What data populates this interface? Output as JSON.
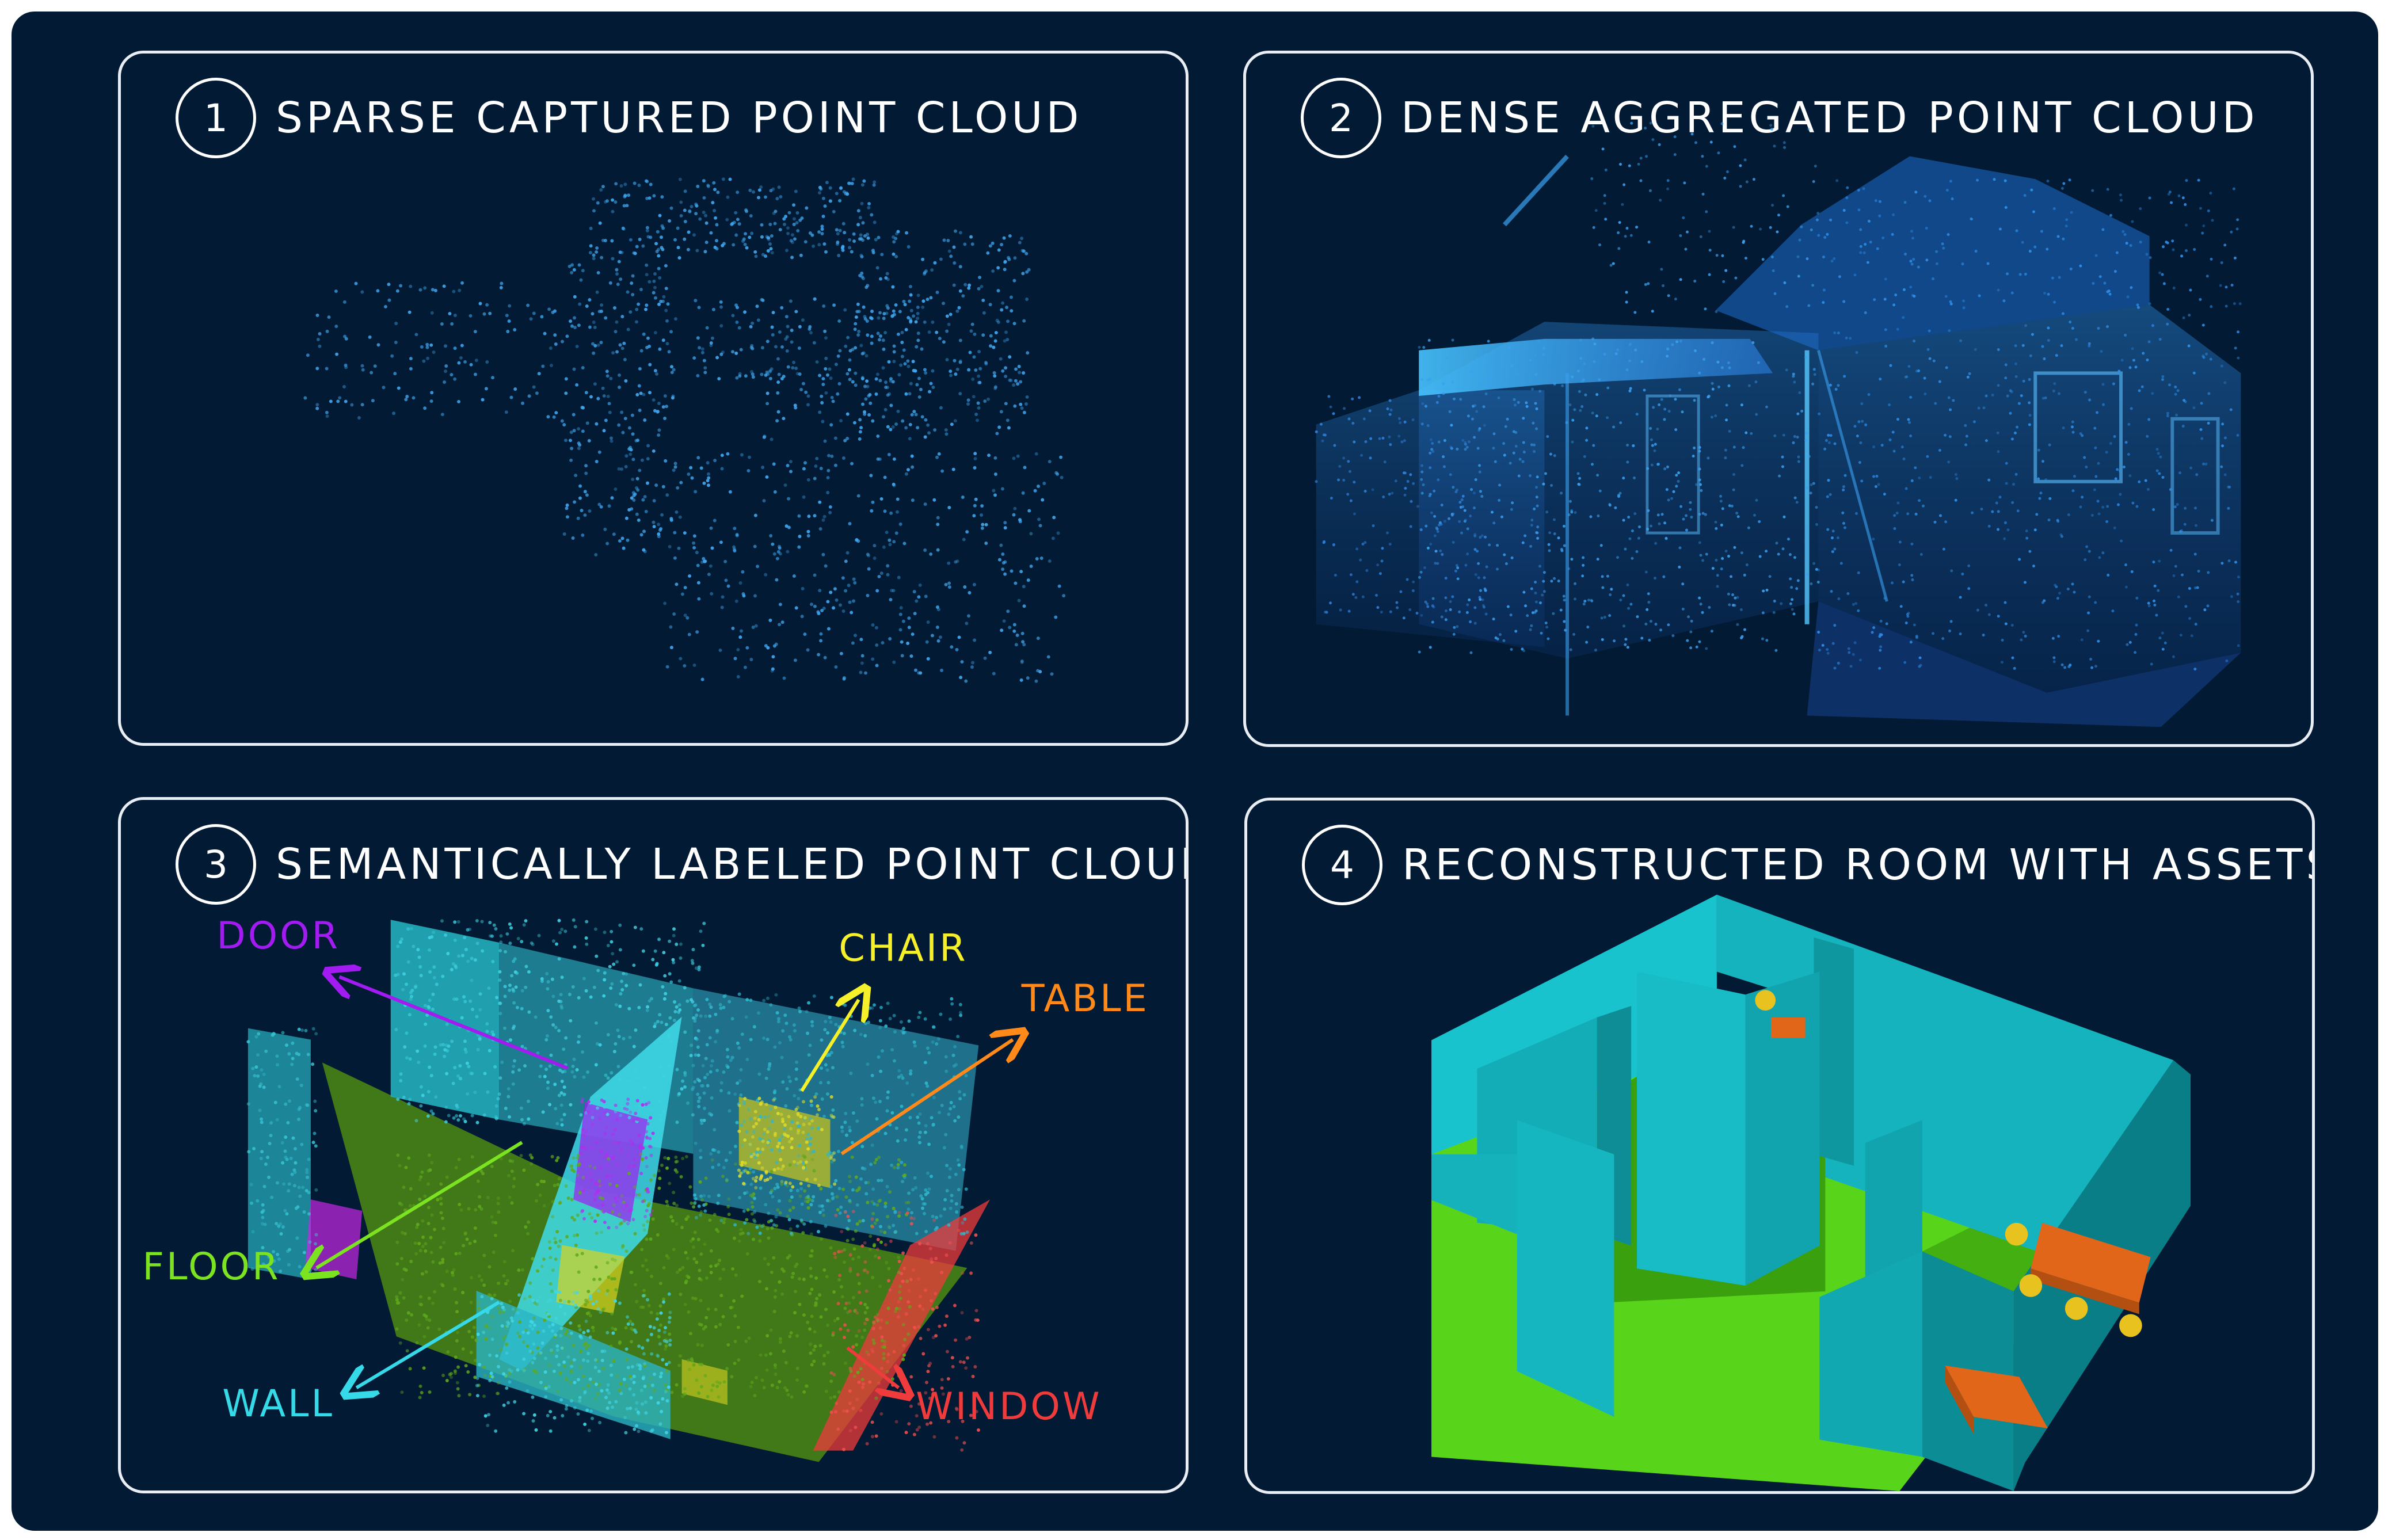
{
  "panels": [
    {
      "number": "1",
      "title": "SPARSE CAPTURED POINT CLOUD"
    },
    {
      "number": "2",
      "title": "DENSE AGGREGATED POINT CLOUD"
    },
    {
      "number": "3",
      "title": "SEMANTICALLY LABELED POINT CLOUD"
    },
    {
      "number": "4",
      "title": "RECONSTRUCTED ROOM WITH ASSETS"
    }
  ],
  "semantic_labels": {
    "door": "DOOR",
    "chair": "CHAIR",
    "table": "TABLE",
    "floor": "FLOOR",
    "wall": "WALL",
    "window": "WINDOW"
  },
  "label_colors": {
    "door": "#a21cf2",
    "chair": "#f5f02a",
    "table": "#ff8a1a",
    "floor": "#7be320",
    "wall": "#35d9e8",
    "window": "#ef3b3b"
  },
  "colors": {
    "background": "#021a33",
    "panel_border": "#e9eef5",
    "point_cloud": "#3fa7f0",
    "room_wall": "#14b3bd",
    "room_floor": "#58d41a",
    "asset_table": "#e2661a",
    "asset_chair": "#e8c21e"
  }
}
